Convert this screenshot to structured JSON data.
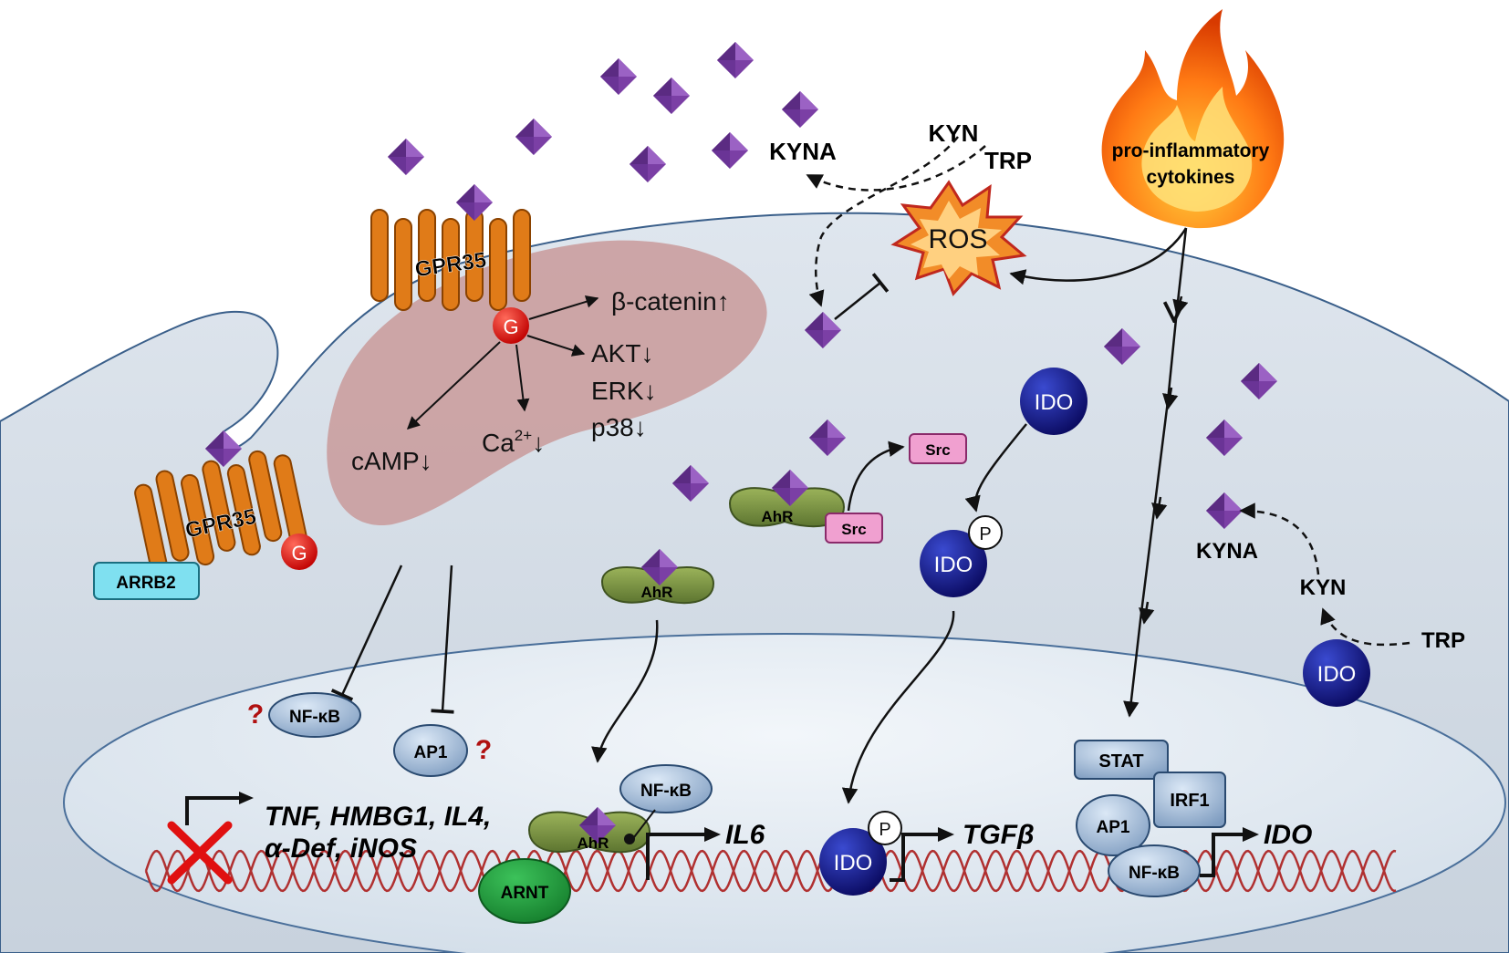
{
  "molecules": {
    "kyna": "KYNA",
    "kyn": "KYN",
    "trp": "TRP",
    "ros": "ROS",
    "cytokines_line1": "pro-inflammatory",
    "cytokines_line2": "cytokines",
    "gpr35": "GPR35",
    "g_protein": "G",
    "arrb2": "ARRB2",
    "ido": "IDO",
    "phospho": "P",
    "src": "Src",
    "ahr": "AhR",
    "arnt": "ARNT",
    "nfkb": "NF-κB",
    "ap1": "AP1",
    "stat": "STAT",
    "irf1": "IRF1",
    "unknown_mark": "?"
  },
  "signaling": {
    "beta_catenin": "β-catenin↑",
    "akt": "AKT↓",
    "erk": "ERK↓",
    "p38": "p38↓",
    "camp": "cAMP↓",
    "ca_base": "Ca",
    "ca_sup": "2+",
    "ca_arrow": "↓"
  },
  "genes": {
    "suppressed_line1": "TNF, HMBG1, IL4,",
    "suppressed_line2": "α-Def, iNOS",
    "il6": "IL6",
    "tgfb": "TGFβ",
    "ido_gene": "IDO"
  },
  "colors": {
    "kyna_diamond": "#7b3fa5",
    "gpr35": "#e07b18",
    "g_protein": "#e01010",
    "ido": "#1a1a8e",
    "ahr": "#7a9440",
    "arnt": "#1f9a3a",
    "src": "#f0a0d0",
    "arrb2": "#7fe0f0",
    "nucleus_protein": "#a8c4e0",
    "dna": "#b03030",
    "signaling_zone": "#c99a9a"
  }
}
